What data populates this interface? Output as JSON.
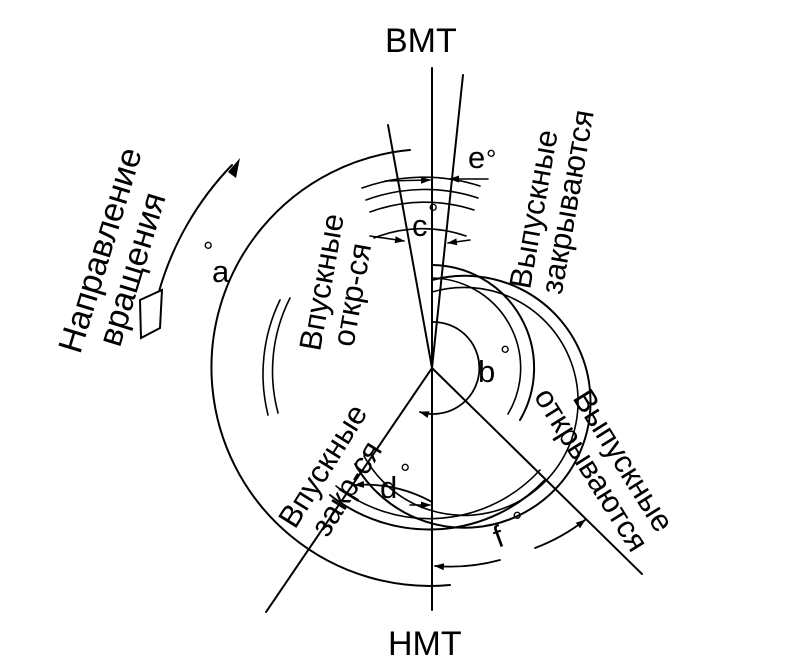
{
  "labels": {
    "tdc": "ВМТ",
    "bdc": "НМТ",
    "rotation_line1": "Направление",
    "rotation_line2": "вращения",
    "intake_open_line1": "Впускные",
    "intake_open_line2": "откр-ся",
    "intake_close_line1": "Впускные",
    "intake_close_line2": "закр-ся",
    "exhaust_close_line1": "Выпускные",
    "exhaust_close_line2": "закрываются",
    "exhaust_open_line1": "Выпускные",
    "exhaust_open_line2": "открываются"
  },
  "angles": {
    "a": "a",
    "b": "b",
    "c": "c",
    "d": "d",
    "e": "e",
    "f": "f",
    "degree_mark": "°"
  },
  "colors": {
    "stroke": "#000000",
    "background": "#ffffff"
  }
}
